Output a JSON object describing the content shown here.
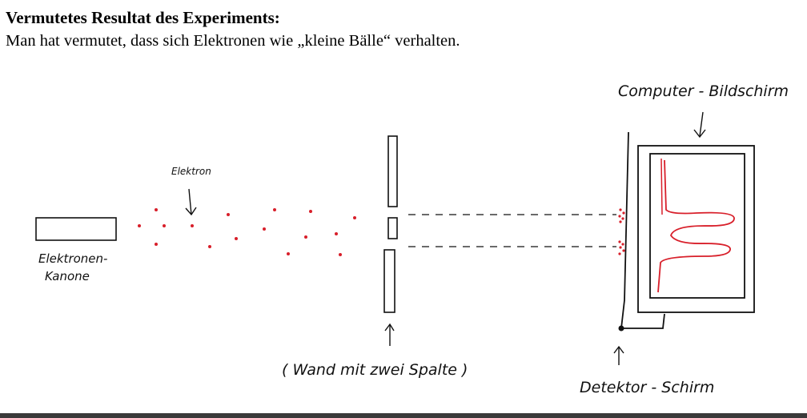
{
  "heading": "Vermutetes Resultat des Experiments:",
  "subtext": "Man hat vermutet, dass sich Elektronen wie „kleine Bälle“ verhalten.",
  "labels": {
    "electron": "Elektron",
    "gun_line1": "Elektronen-",
    "gun_line2": "Kanone",
    "wall": "( Wand mit zwei Spalte )",
    "detector": "Detektor - Schirm",
    "computer": "Computer - Bildschirm"
  },
  "colors": {
    "ink": "#111111",
    "electron_dots": "#d81f2a",
    "screen_trace": "#d81f2a"
  }
}
